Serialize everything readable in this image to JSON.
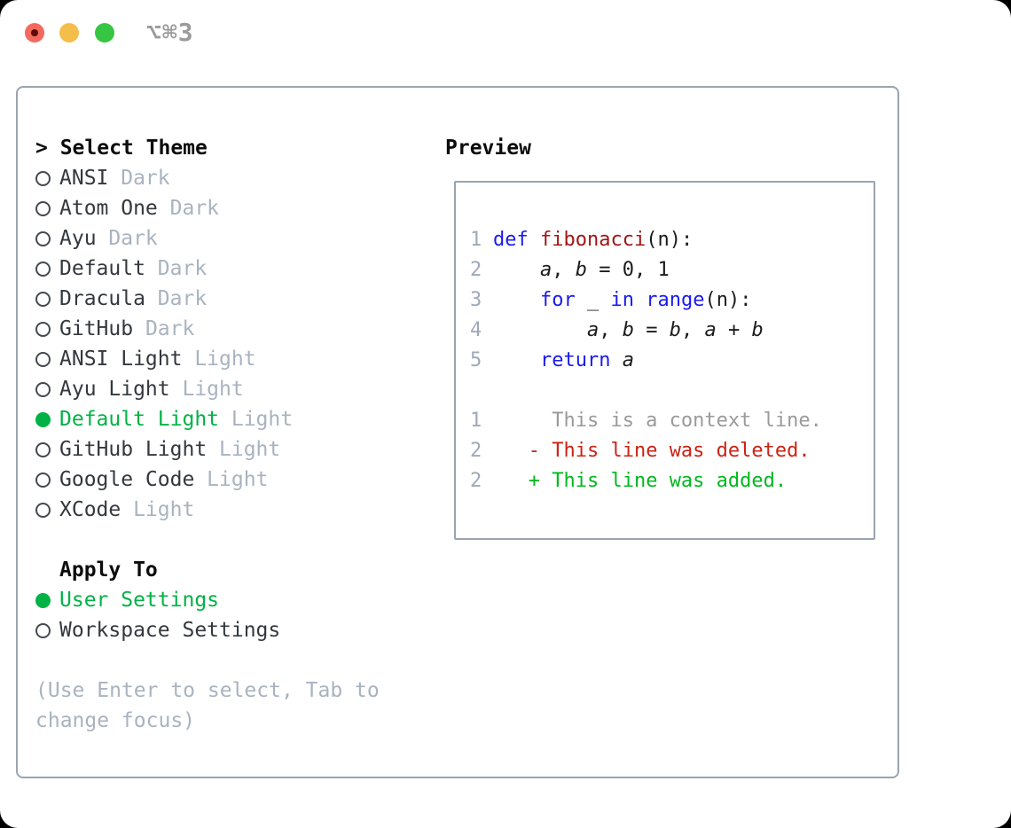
{
  "titlebar": {
    "shortcut_label": "⌥⌘3",
    "traffic_lights": [
      {
        "name": "close",
        "color": "#f16a5d",
        "inner_dot": "#5f0b0b"
      },
      {
        "name": "minimize",
        "color": "#f5bd49"
      },
      {
        "name": "zoom",
        "color": "#37c544"
      }
    ]
  },
  "theme_picker": {
    "title_prefix": "> ",
    "title": "Select Theme",
    "themes": [
      {
        "name": "ANSI",
        "variant": "Dark",
        "selected": false
      },
      {
        "name": "Atom One",
        "variant": "Dark",
        "selected": false
      },
      {
        "name": "Ayu",
        "variant": "Dark",
        "selected": false
      },
      {
        "name": "Default",
        "variant": "Dark",
        "selected": false
      },
      {
        "name": "Dracula",
        "variant": "Dark",
        "selected": false
      },
      {
        "name": "GitHub",
        "variant": "Dark",
        "selected": false
      },
      {
        "name": "ANSI Light",
        "variant": "Light",
        "selected": false
      },
      {
        "name": "Ayu Light",
        "variant": "Light",
        "selected": false
      },
      {
        "name": "Default Light",
        "variant": "Light",
        "selected": true
      },
      {
        "name": "GitHub Light",
        "variant": "Light",
        "selected": false
      },
      {
        "name": "Google Code",
        "variant": "Light",
        "selected": false
      },
      {
        "name": "XCode",
        "variant": "Light",
        "selected": false
      }
    ],
    "apply_to": {
      "title": "Apply To",
      "options": [
        {
          "label": "User Settings",
          "selected": true
        },
        {
          "label": "Workspace Settings",
          "selected": false
        }
      ]
    },
    "hint_lines": [
      "(Use Enter to select, Tab to",
      "change focus)"
    ]
  },
  "preview": {
    "title": "Preview",
    "lines": [
      {
        "num": "1",
        "tokens": [
          {
            "t": "def",
            "c": "kw"
          },
          {
            "t": " ",
            "c": "p"
          },
          {
            "t": "fibonacci",
            "c": "fn"
          },
          {
            "t": "(n):",
            "c": "p"
          }
        ]
      },
      {
        "num": "2",
        "tokens": [
          {
            "t": "    ",
            "c": "p"
          },
          {
            "t": "a",
            "c": "v"
          },
          {
            "t": ", ",
            "c": "p"
          },
          {
            "t": "b",
            "c": "v"
          },
          {
            "t": " = 0, 1",
            "c": "p"
          }
        ]
      },
      {
        "num": "3",
        "tokens": [
          {
            "t": "    ",
            "c": "p"
          },
          {
            "t": "for",
            "c": "kw"
          },
          {
            "t": " _ ",
            "c": "p"
          },
          {
            "t": "in",
            "c": "kw"
          },
          {
            "t": " ",
            "c": "p"
          },
          {
            "t": "range",
            "c": "kw"
          },
          {
            "t": "(n):",
            "c": "p"
          }
        ]
      },
      {
        "num": "4",
        "tokens": [
          {
            "t": "        ",
            "c": "p"
          },
          {
            "t": "a",
            "c": "v"
          },
          {
            "t": ", ",
            "c": "p"
          },
          {
            "t": "b",
            "c": "v"
          },
          {
            "t": " = ",
            "c": "p"
          },
          {
            "t": "b",
            "c": "v"
          },
          {
            "t": ", ",
            "c": "p"
          },
          {
            "t": "a",
            "c": "v"
          },
          {
            "t": " + ",
            "c": "p"
          },
          {
            "t": "b",
            "c": "v"
          }
        ]
      },
      {
        "num": "5",
        "tokens": [
          {
            "t": "    ",
            "c": "p"
          },
          {
            "t": "return",
            "c": "kw"
          },
          {
            "t": " ",
            "c": "p"
          },
          {
            "t": "a",
            "c": "v"
          }
        ]
      },
      {
        "num": "",
        "tokens": []
      },
      {
        "num": "1",
        "tokens": [
          {
            "t": "     This is a context line.",
            "c": "ctx"
          }
        ]
      },
      {
        "num": "2",
        "tokens": [
          {
            "t": "   ",
            "c": "p"
          },
          {
            "t": "- This line was deleted.",
            "c": "del"
          }
        ]
      },
      {
        "num": "2",
        "tokens": [
          {
            "t": "   ",
            "c": "p"
          },
          {
            "t": "+ This line was added.",
            "c": "add"
          }
        ]
      }
    ]
  },
  "colors": {
    "panel_border": "#9aa4af",
    "selected_green": "#00b245",
    "keyword_blue": "#1a1af2",
    "function_red": "#a31515",
    "deleted_red": "#cc2213",
    "added_green": "#00b81e",
    "context_gray": "#9a9a9a",
    "muted_gray": "#a9b3bf",
    "line_number_gray": "#9fa9b7"
  }
}
